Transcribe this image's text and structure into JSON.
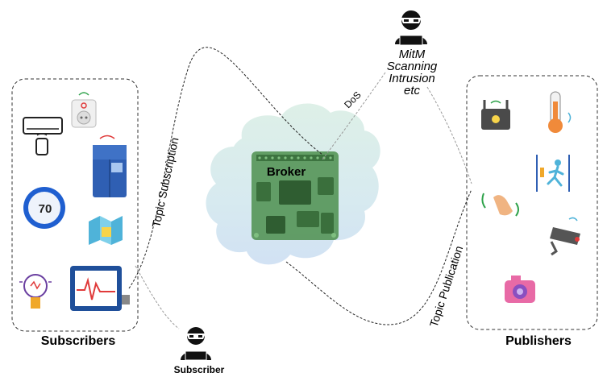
{
  "broker": {
    "label": "Broker"
  },
  "groups": {
    "subscribers": {
      "label": "Subscribers"
    },
    "publishers": {
      "label": "Publishers"
    }
  },
  "attacker": {
    "lines": [
      "MitM",
      "Scanning",
      "Intrusion",
      "etc"
    ],
    "icon": "hacker-icon"
  },
  "rogue_subscriber": {
    "label": "Subscriber",
    "icon": "hacker-icon"
  },
  "edges": {
    "topic_subscription": "Topic Subscription",
    "topic_publication": "Topic Publication",
    "dos": "DoS"
  },
  "subscriber_devices": [
    "air-conditioner-icon",
    "smart-plug-icon",
    "smart-fridge-icon",
    "thermostat-icon",
    "smart-window-icon",
    "smart-bulb-icon",
    "monitor-icon"
  ],
  "publisher_devices": [
    "router-icon",
    "thermometer-icon",
    "motion-sensor-icon",
    "hand-sensor-icon",
    "security-camera-icon",
    "camera-icon"
  ],
  "colors": {
    "cloud": "#d7ebef",
    "board": "#4c8f4e",
    "device_blue": "#2f5fb3",
    "accent_red": "#e03a3a"
  }
}
